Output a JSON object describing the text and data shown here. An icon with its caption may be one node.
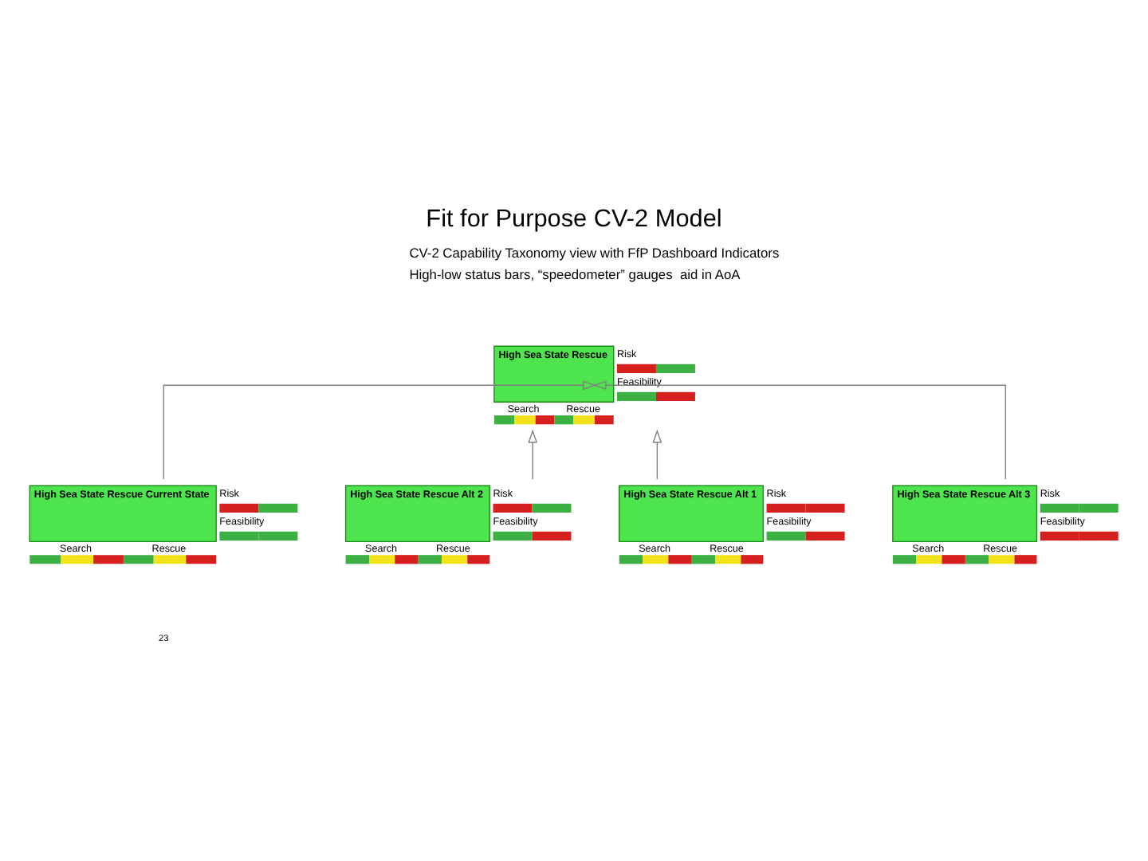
{
  "diagram": {
    "title": "Fit for Purpose CV-2 Model",
    "nodes": [
      {
        "text": [
          "High Sea State Rescue",
          "Risk",
          "Feasibility",
          "Search",
          "Rescue"
        ]
      },
      {
        "text": [
          "High Sea State Rescue Current State",
          "Risk",
          "Feasibility",
          "Search",
          "Rescue"
        ]
      },
      {
        "text": [
          "High Sea State Rescue Alt 2",
          "Risk",
          "Feasibility",
          "Search",
          "Rescue"
        ]
      },
      {
        "text": [
          "High Sea State Rescue Alt 1",
          "Risk",
          "Feasibility",
          "Search",
          "Rescue"
        ]
      },
      {
        "text": [
          "High Sea State Rescue Alt 3",
          "Risk",
          "Feasibility",
          "Search",
          "Rescue"
        ]
      }
    ],
    "edges": [
      {
        "from": 1,
        "to": 0,
        "arrow": "to"
      },
      {
        "from": 2,
        "to": 0,
        "arrow": "to"
      },
      {
        "from": 3,
        "to": 0,
        "arrow": "to"
      },
      {
        "from": 4,
        "to": 0,
        "arrow": "to"
      }
    ],
    "labels": [
      "CV-2 Capability Taxonomy view with FfP Dashboard Indicators",
      "High-low status bars, “speedometer” gauges  aid in AoA",
      "23"
    ]
  }
}
